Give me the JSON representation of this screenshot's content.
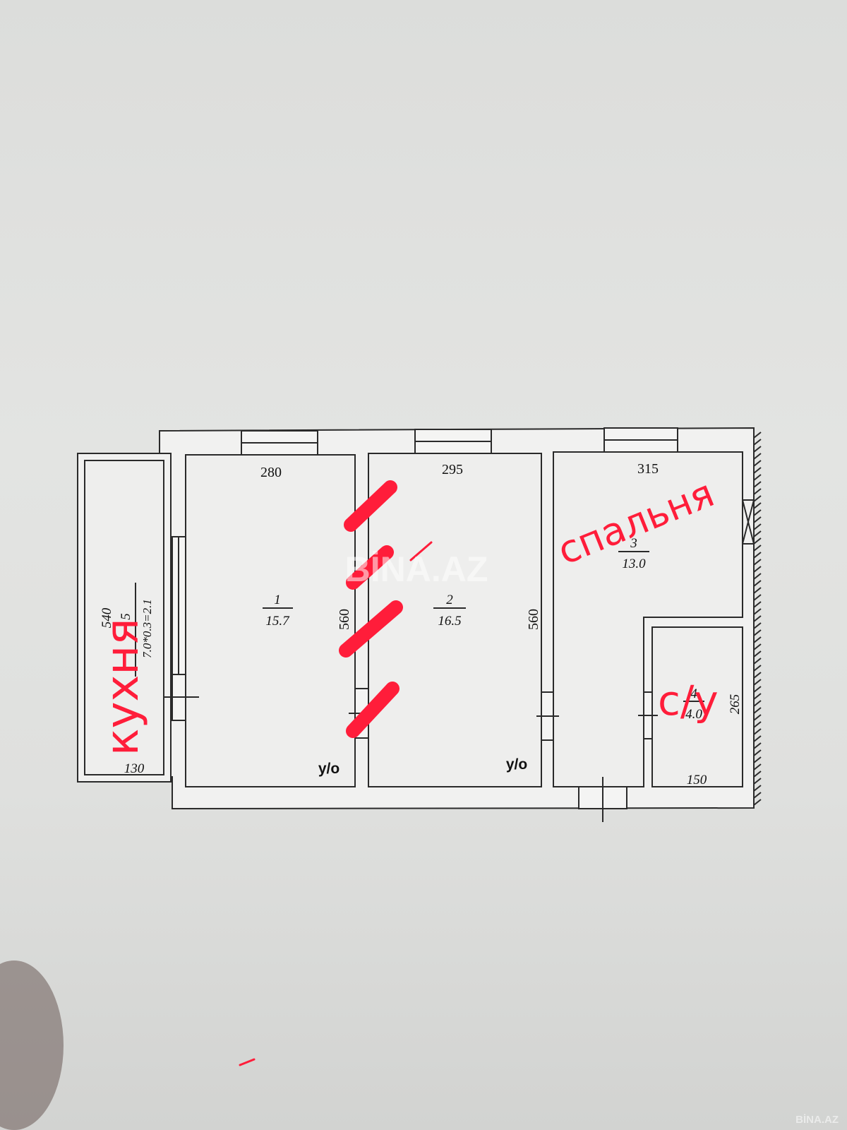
{
  "plan": {
    "rooms": [
      {
        "number": "1",
        "area": "15.7",
        "width": "280",
        "length": "560",
        "mark": "y/o"
      },
      {
        "number": "2",
        "area": "16.5",
        "width": "295",
        "length": "560",
        "mark": "y/o"
      },
      {
        "number": "3",
        "area": "13.0",
        "width": "315"
      },
      {
        "number": "4",
        "area": "4.0",
        "width": "150",
        "length": "265"
      },
      {
        "number": "5",
        "area_formula": "7.0*0.3=2.1",
        "length": "540",
        "width": "130"
      }
    ]
  },
  "annotations": {
    "kitchen": "кухня",
    "bedroom": "спальня",
    "bathroom": "с/у"
  },
  "watermark": {
    "center": "BİNA.AZ",
    "corner": "BİNA.AZ"
  },
  "colors": {
    "annotation": "#ff1d3a",
    "ink": "#2a2a2a"
  }
}
